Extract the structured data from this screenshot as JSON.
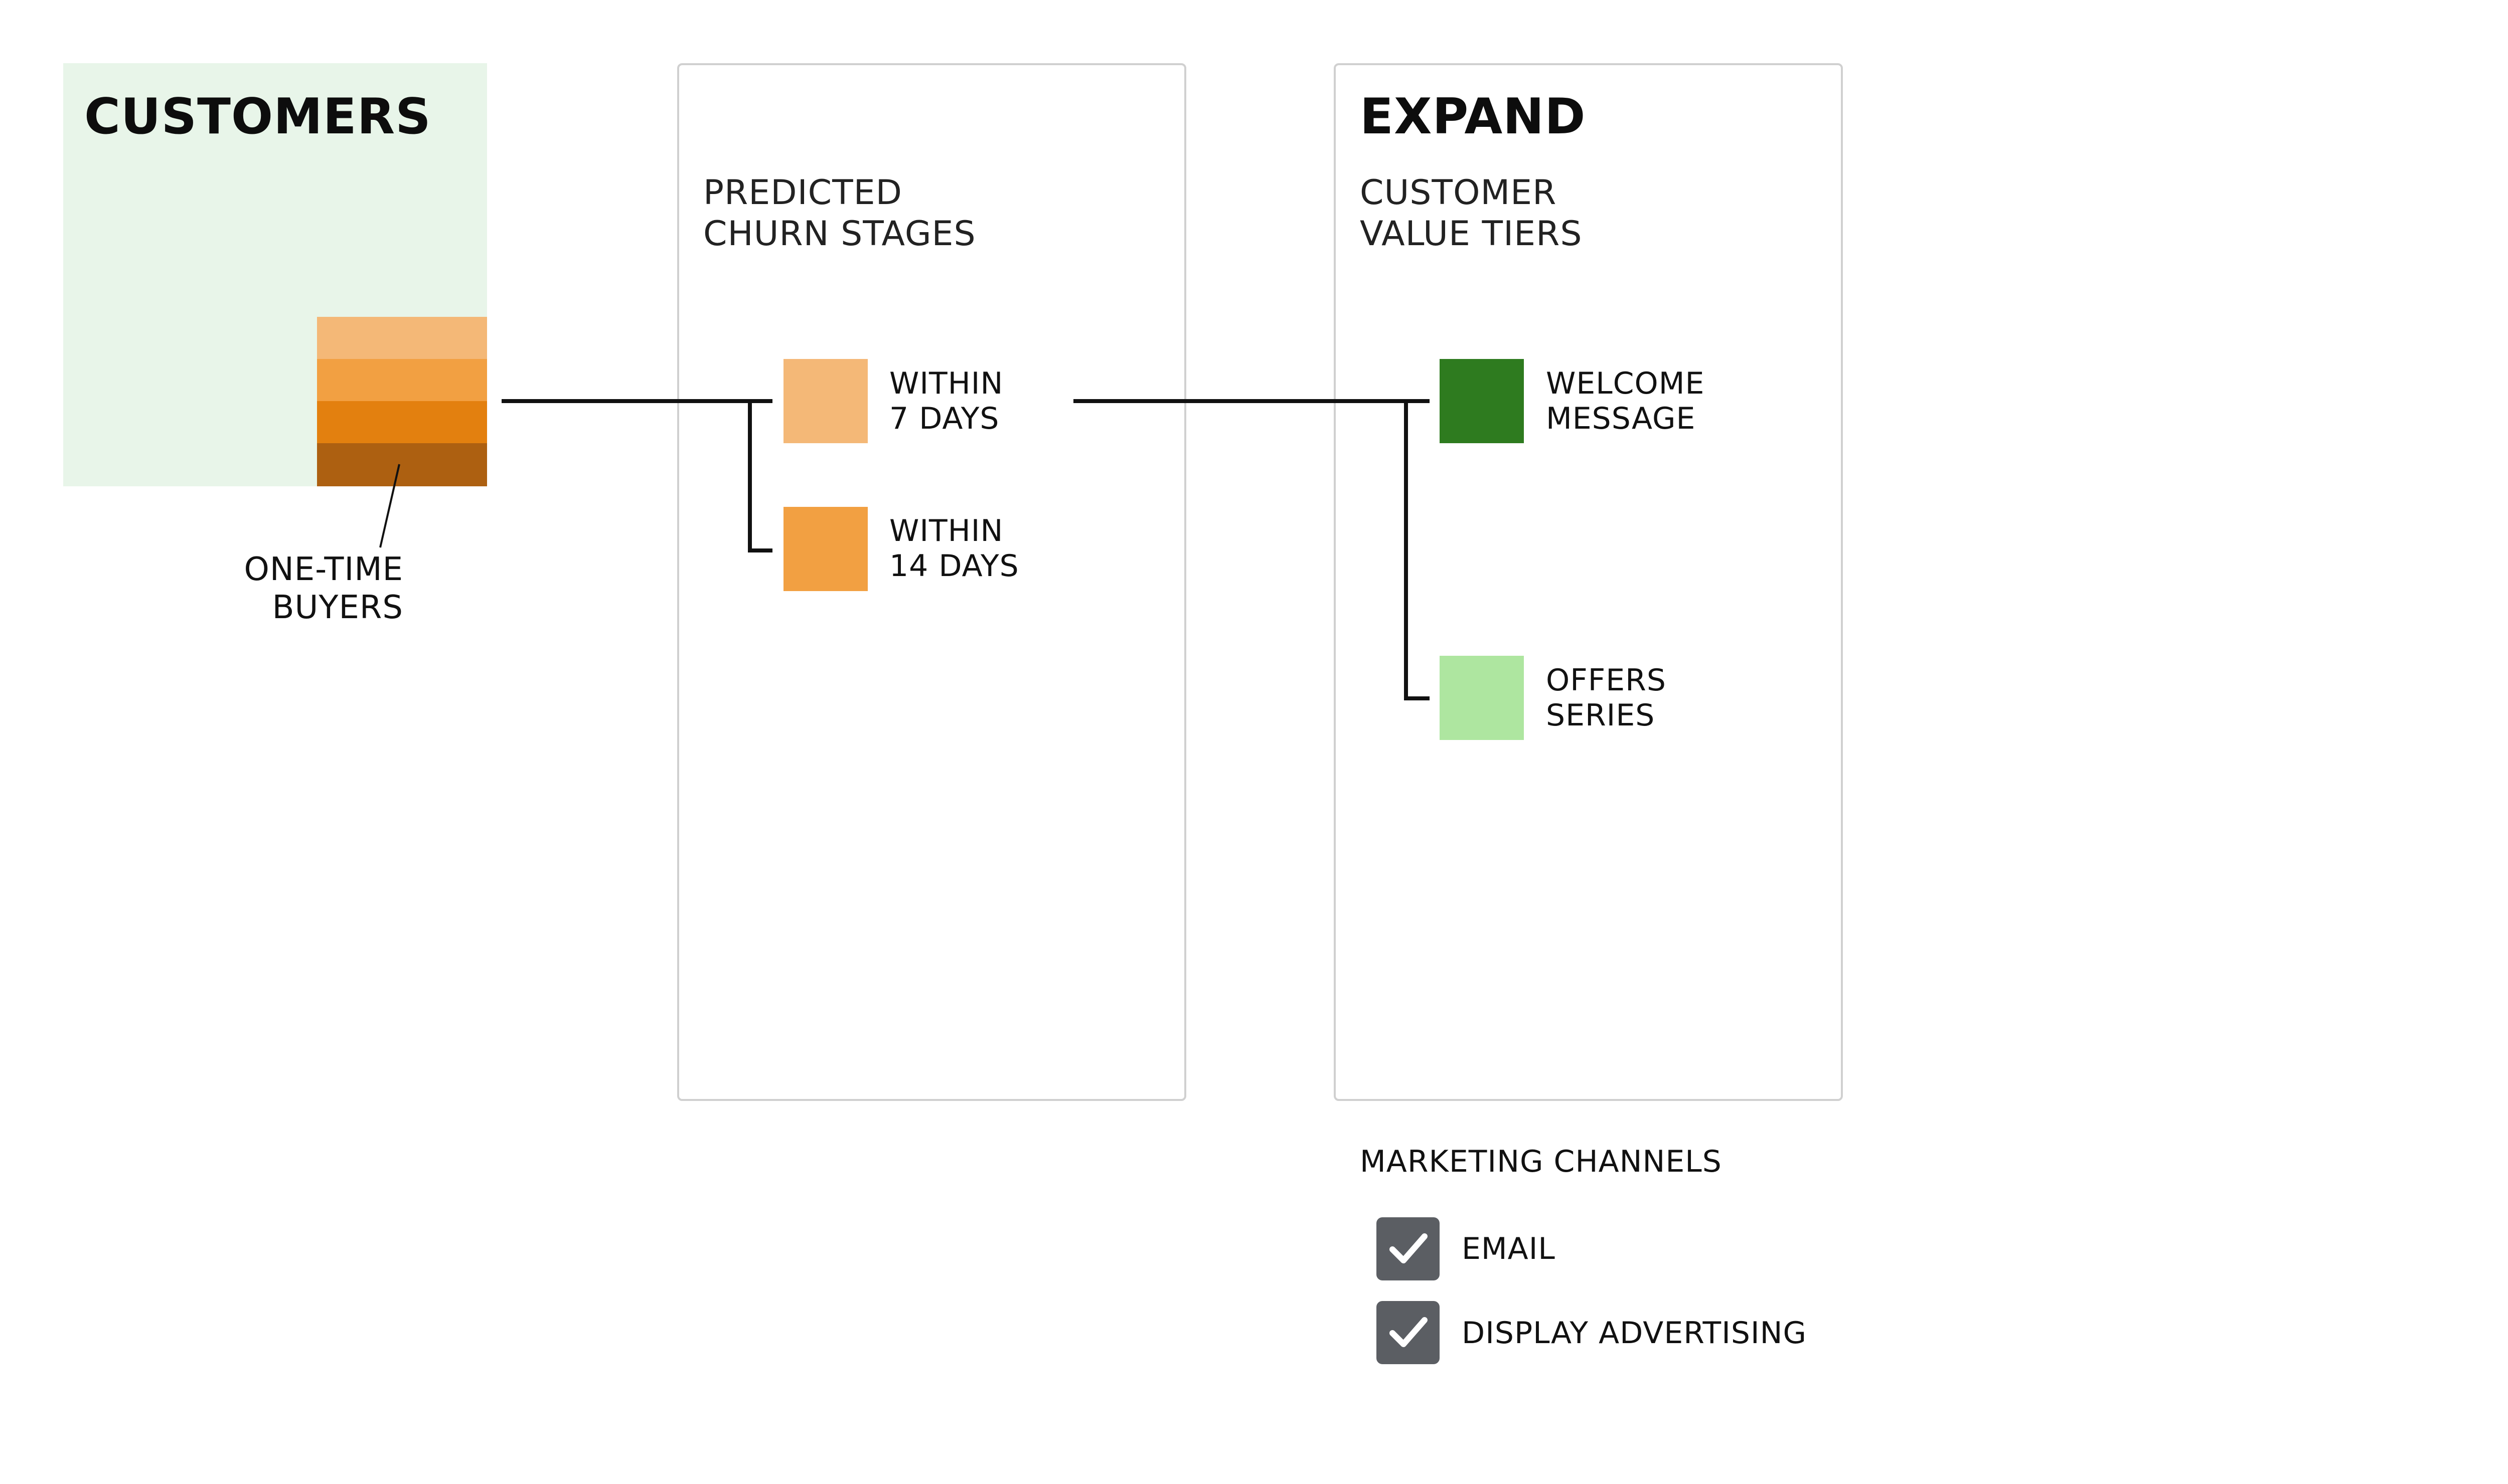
{
  "customers": {
    "title": "CUSTOMERS",
    "segment_label": "ONE-TIME\nBUYERS",
    "segment_colors": [
      "#f4b877",
      "#f2a042",
      "#e3800f",
      "#ad6011"
    ]
  },
  "churn_panel": {
    "title": "",
    "subtitle": "PREDICTED\nCHURN STAGES",
    "stages": [
      {
        "label": "WITHIN\n7 DAYS",
        "color": "#f4b877"
      },
      {
        "label": "WITHIN\n14 DAYS",
        "color": "#f2a042"
      }
    ]
  },
  "expand_panel": {
    "title": "EXPAND",
    "subtitle": "CUSTOMER\nVALUE TIERS",
    "tiers": [
      {
        "label": "WELCOME\nMESSAGE",
        "color": "#2e7b1f"
      },
      {
        "label": "OFFERS\nSERIES",
        "color": "#aee6a0"
      }
    ]
  },
  "marketing_channels": {
    "title": "MARKETING CHANNELS",
    "items": [
      {
        "label": "EMAIL",
        "checked": true
      },
      {
        "label": "DISPLAY ADVERTISING",
        "checked": true
      }
    ]
  },
  "colors": {
    "customers_bg": "#e8f5e9",
    "panel_border": "#d0d0d0",
    "connector": "#111111",
    "checkbox": "#5b5e63"
  },
  "icons": [
    "checkmark-icon"
  ]
}
